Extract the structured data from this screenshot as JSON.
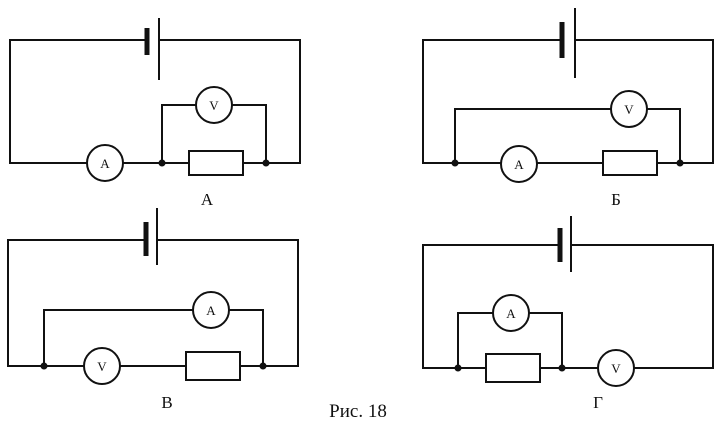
{
  "figure": {
    "caption": "Рис. 18"
  },
  "panels": {
    "a": {
      "label": "А",
      "ammeter": "A",
      "voltmeter": "V"
    },
    "b": {
      "label": "Б",
      "ammeter": "A",
      "voltmeter": "V"
    },
    "v": {
      "label": "В",
      "ammeter": "A",
      "voltmeter": "V"
    },
    "g": {
      "label": "Г",
      "ammeter": "A",
      "voltmeter": "V"
    }
  }
}
